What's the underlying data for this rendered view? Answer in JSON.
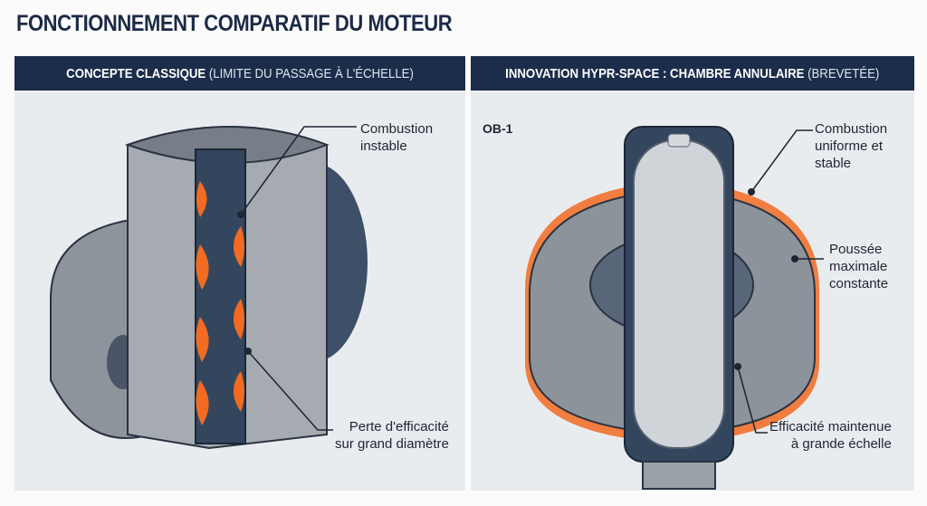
{
  "title": "FONCTIONNEMENT COMPARATIF DU MOTEUR",
  "left": {
    "header_bold": "CONCEPTE CLASSIQUE",
    "header_rest": " (LIMITE DU PASSAGE À L'ÉCHELLE)",
    "callouts": [
      {
        "lines": [
          "Combustion",
          "instable"
        ]
      },
      {
        "lines": [
          "Perte d'efficacité",
          "sur grand diamètre"
        ]
      }
    ]
  },
  "right": {
    "header_bold": "INNOVATION HYPR-SPACE : CHAMBRE ANNULAIRE",
    "header_rest": " (BREVETÉE)",
    "tag": "OB-1",
    "callouts": [
      {
        "lines": [
          "Combustion",
          "uniforme et",
          "stable"
        ]
      },
      {
        "lines": [
          "Poussée",
          "maximale",
          "constante"
        ]
      },
      {
        "lines": [
          "Efficacité maintenue",
          "à grande échelle"
        ]
      }
    ]
  },
  "colors": {
    "navy": "#1b2d4a",
    "panel": "#e9ecef",
    "flame": "#f26b21"
  }
}
